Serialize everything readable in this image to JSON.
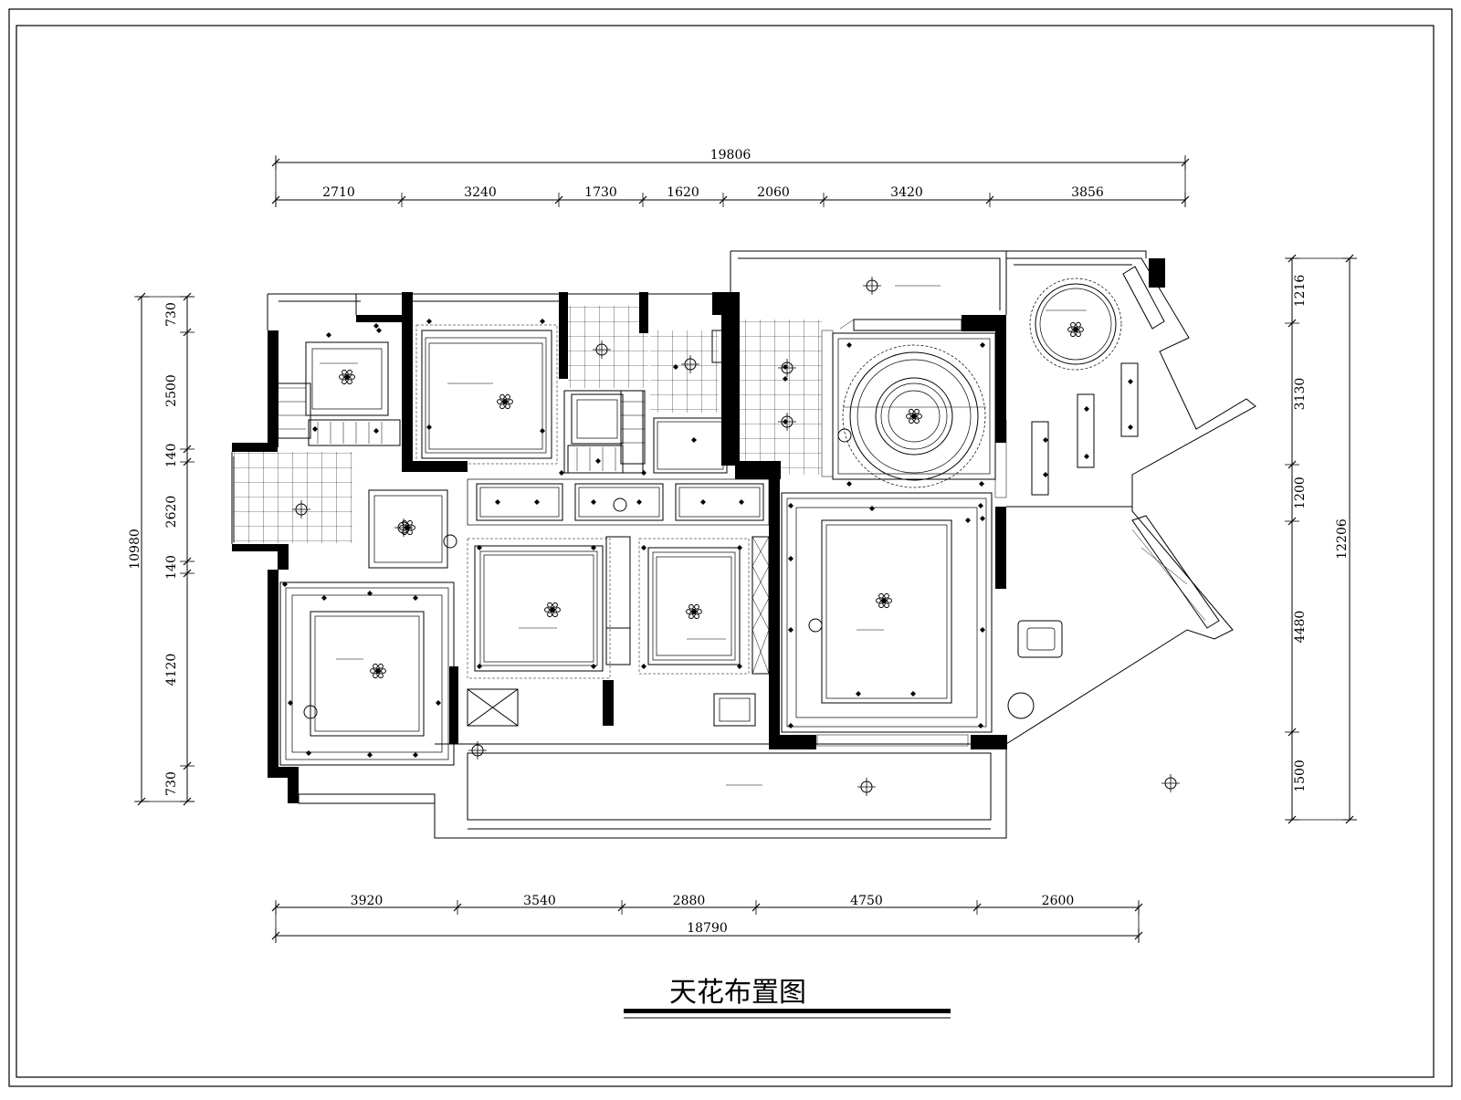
{
  "drawing": {
    "title": "天花布置图"
  },
  "dimensions": {
    "top_total": "19806",
    "top_segments": [
      "2710",
      "3240",
      "1730",
      "1620",
      "2060",
      "3420",
      "3856"
    ],
    "bottom_total": "18790",
    "bottom_segments": [
      "3920",
      "3540",
      "2880",
      "4750",
      "2600"
    ],
    "left_total": "10980",
    "left_segments": [
      "730",
      "2500",
      "140",
      "2620",
      "140",
      "4120",
      "730"
    ],
    "right_total": "12206",
    "right_segments": [
      "1216",
      "3130",
      "1200",
      "4480",
      "1500"
    ]
  },
  "colors": {
    "line": "#000000",
    "background": "#ffffff"
  }
}
